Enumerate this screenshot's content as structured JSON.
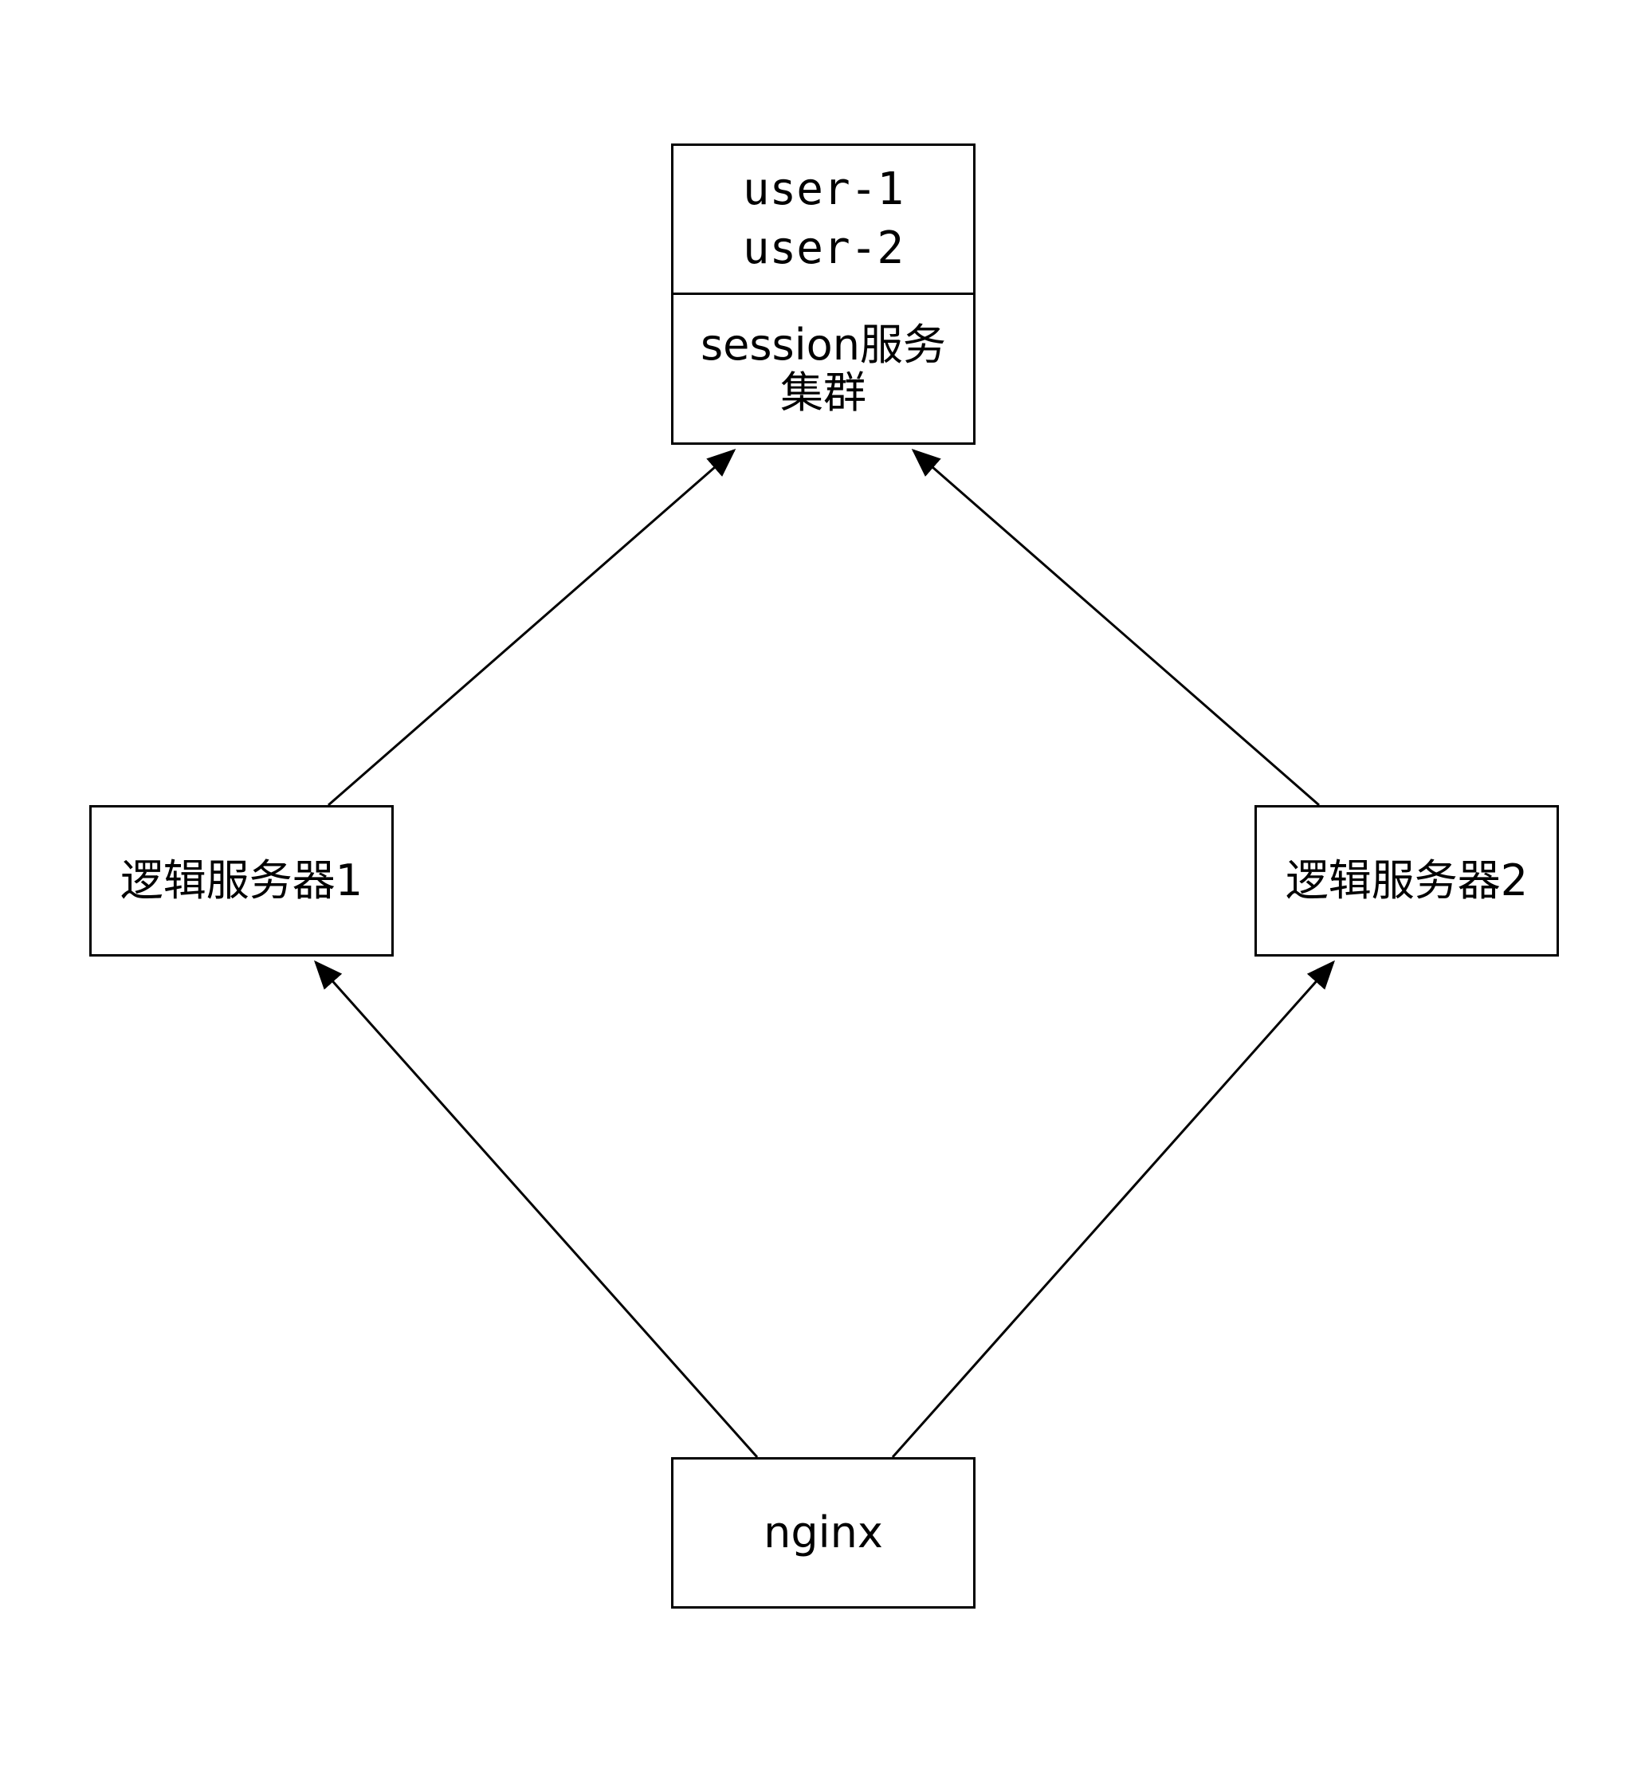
{
  "nodes": {
    "session_cluster": {
      "users": "user-1\nuser-2",
      "label": "session服务\n集群"
    },
    "logic_server_1": {
      "label": "逻辑服务器1"
    },
    "logic_server_2": {
      "label": "逻辑服务器2"
    },
    "nginx": {
      "label": "nginx"
    }
  },
  "edges": [
    {
      "from": "nginx",
      "to": "logic_server_1"
    },
    {
      "from": "nginx",
      "to": "logic_server_2"
    },
    {
      "from": "logic_server_1",
      "to": "session_cluster"
    },
    {
      "from": "logic_server_2",
      "to": "session_cluster"
    }
  ],
  "colors": {
    "stroke": "#000000",
    "background": "#ffffff"
  }
}
